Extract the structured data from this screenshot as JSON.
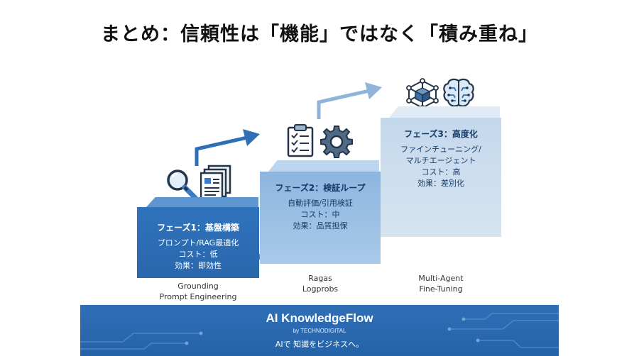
{
  "title": "まとめ：信頼性は「機能」ではなく「積み重ね」",
  "phases": [
    {
      "title": "フェーズ1：基盤構築",
      "lines": [
        "プロンプト/RAG最適化",
        "コスト：低",
        "効果：即効性"
      ],
      "sublabel": [
        "Grounding",
        "Prompt Engineering"
      ]
    },
    {
      "title": "フェーズ2：検証ループ",
      "lines": [
        "自動評価/引用検証",
        "コスト：中",
        "効果：品質担保"
      ],
      "sublabel": [
        "Ragas",
        "Logprobs"
      ]
    },
    {
      "title": "フェーズ3：高度化",
      "lines": [
        "ファインチューニング/",
        "マルチエージェント",
        "コスト：高",
        "効果：差別化"
      ],
      "sublabel": [
        "Multi-Agent",
        "Fine-Tuning"
      ]
    }
  ],
  "icons": [
    "magnifier-icon",
    "documents-icon",
    "clipboard-checklist-icon",
    "gear-icon",
    "network-cube-icon",
    "brain-circuit-icon",
    "arrow-up-right-icon"
  ],
  "footer": {
    "brand": "AI KnowledgeFlow",
    "by": "by TECHNODIGITAL",
    "slogan": "AIで 知識をビジネスへ。"
  },
  "colors": {
    "phase1": "#2f73bd",
    "phase2": "#8cb6e0",
    "phase3": "#c4d8ec",
    "footer": "#2a66ac",
    "arrow_blue": "#2f6fb6",
    "arrow_gray": "#6f7e8e"
  }
}
